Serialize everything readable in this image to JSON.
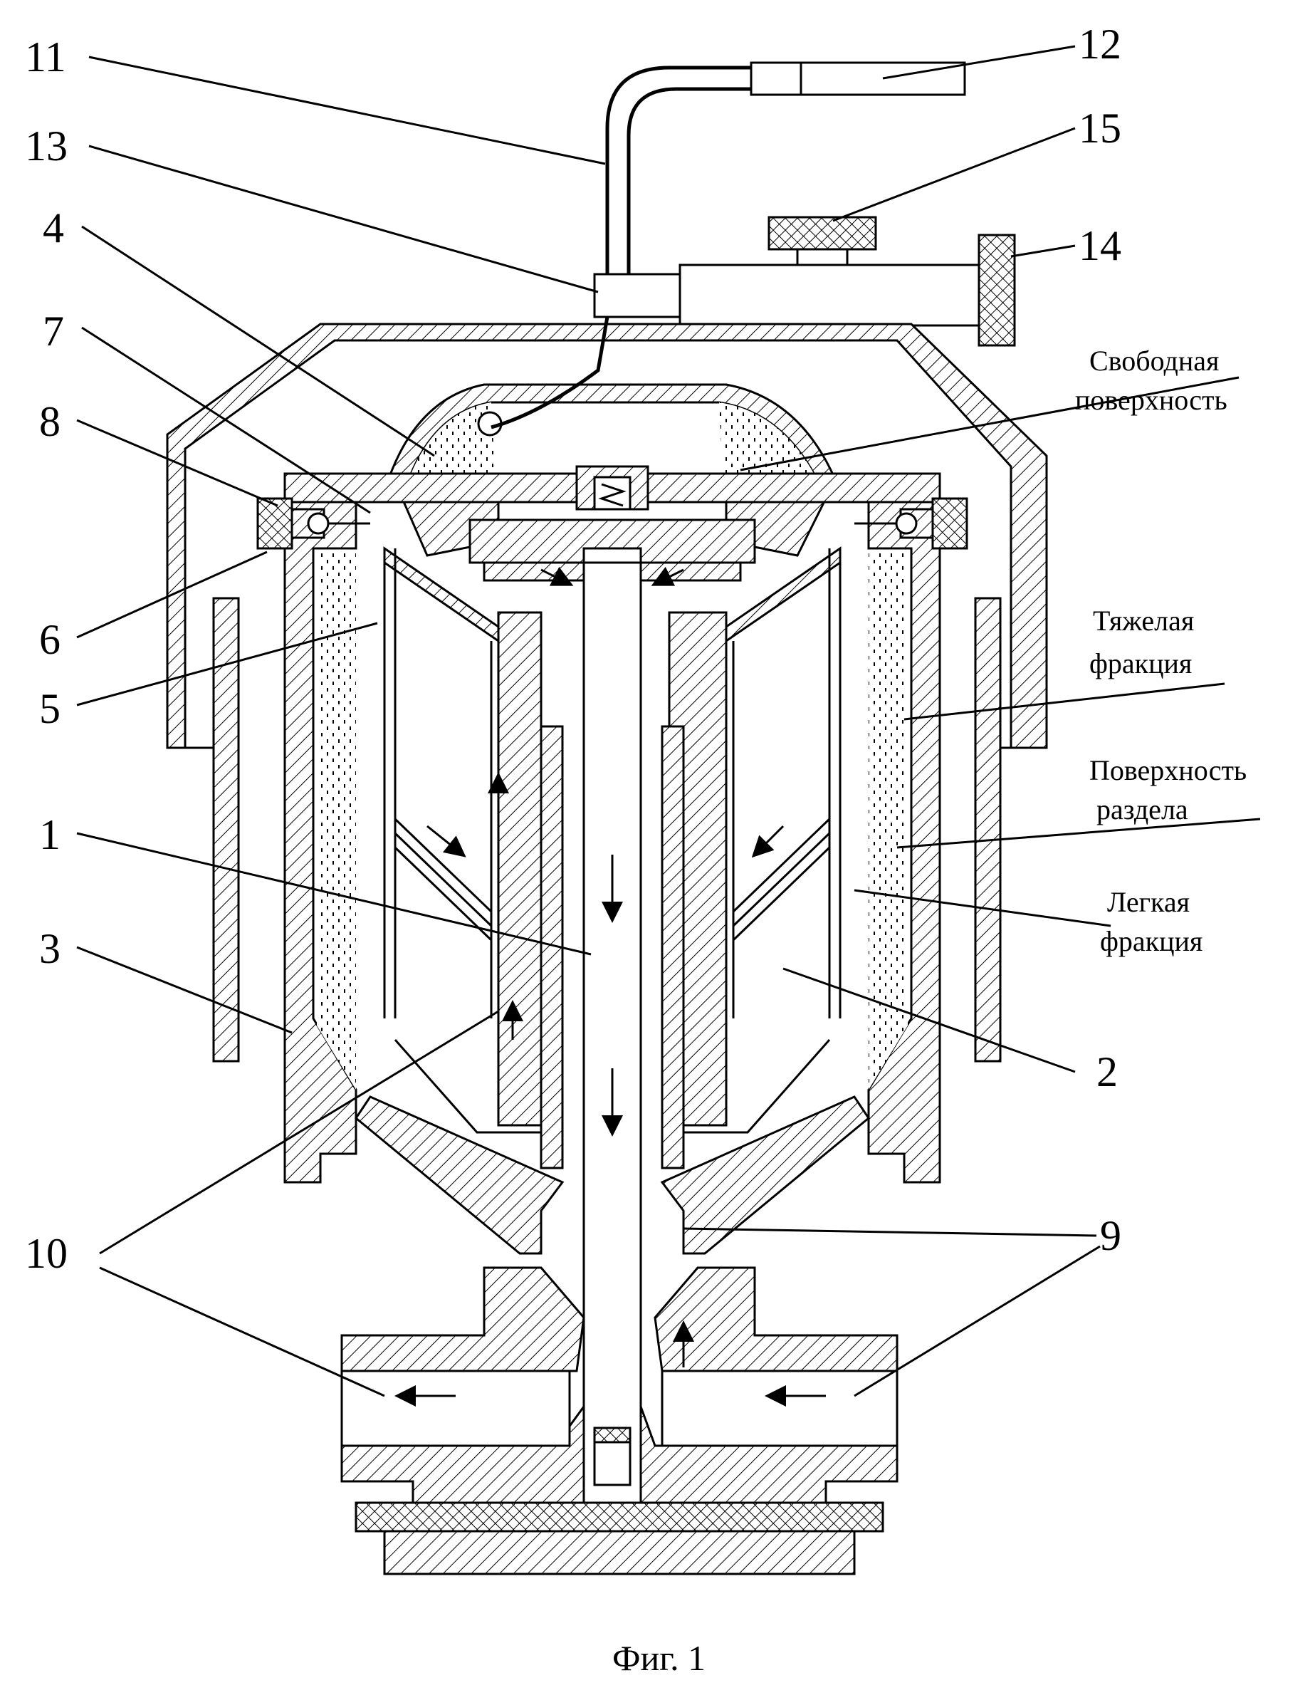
{
  "labels": {
    "n1": "1",
    "n2": "2",
    "n3": "3",
    "n4": "4",
    "n5": "5",
    "n6": "6",
    "n7": "7",
    "n8": "8",
    "n9": "9",
    "n10": "10",
    "n11": "11",
    "n12": "12",
    "n13": "13",
    "n14": "14",
    "n15": "15"
  },
  "annotations": {
    "free_surface_1": "Свободная",
    "free_surface_2": "поверхность",
    "heavy_1": "Тяжелая",
    "heavy_2": "фракция",
    "interface_1": "Поверхность",
    "interface_2": "раздела",
    "light_1": "Легкая",
    "light_2": "фракция"
  },
  "caption": "Фиг. 1"
}
